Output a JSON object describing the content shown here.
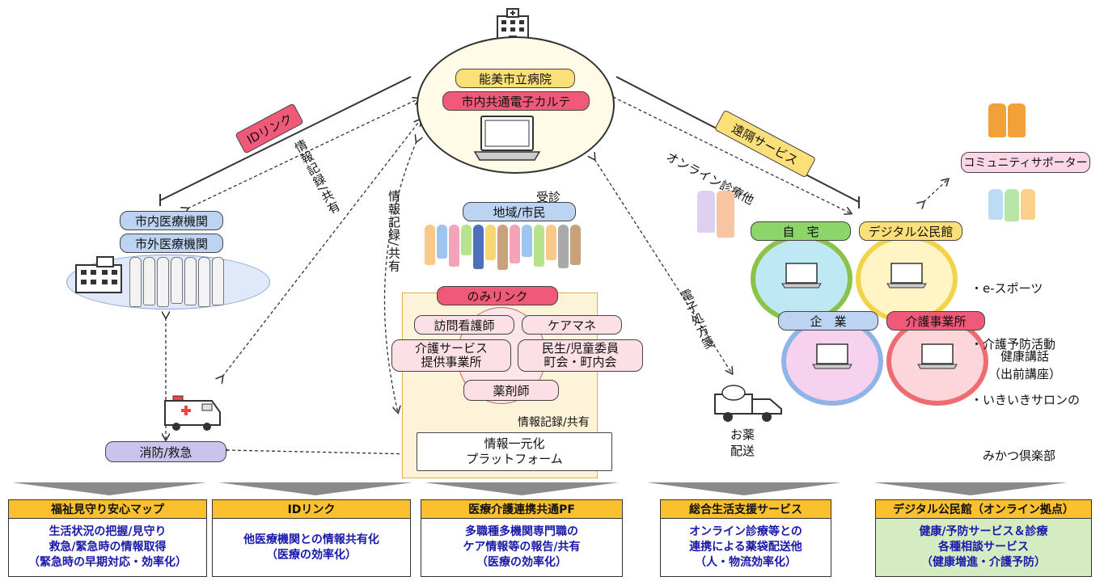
{
  "hospital": {
    "name": "能美市立病院",
    "ehr": "市内共通電子カルテ"
  },
  "left": {
    "idlink": "IDリンク",
    "info_share": "情報記録/共有",
    "clinic_in": "市内医療機関",
    "clinic_out": "市外医療機関",
    "fire": "消防/救急"
  },
  "center": {
    "visit": "受診",
    "citizens": "地域/市民",
    "info_share_vertical": "情報記録/共有",
    "nomi_link": "のみリンク",
    "visit_nurse": "訪問看護師",
    "care_manager": "ケアマネ",
    "care_service": [
      "介護サービス",
      "提供事業所"
    ],
    "welfare": [
      "民生/児童委員",
      "町会・町内会"
    ],
    "pharmacist": "薬剤師",
    "info_share_bottom": "情報記録/共有",
    "platform": [
      "情報一元化",
      "プラットフォーム"
    ]
  },
  "right": {
    "remote": "遠隔サービス",
    "online": "オンライン診療他",
    "eprescription": "電子処方箋",
    "delivery": [
      "お薬",
      "配送"
    ],
    "supporter": "コミュニティサポーター",
    "home": "自　宅",
    "digital_hall": "デジタル公民館",
    "company": "企　業",
    "care_office": "介護事業所",
    "activities": [
      "・e-スポーツ",
      "・介護予防活動",
      "・いきいきサロンの",
      "　みかつ倶楽部"
    ],
    "lecture": [
      "健康講話",
      "（出前講座）"
    ]
  },
  "bottom": [
    {
      "title": "福祉見守り安心マップ",
      "lines": [
        "生活状況の把握/見守り",
        "救急/緊急時の情報取得",
        "（緊急時の早期対応・効率化）"
      ],
      "title_bg": "#fbc02d",
      "body_bg": "#ffffff"
    },
    {
      "title": "IDリンク",
      "lines": [
        "他医療機関との情報共有化",
        "（医療の効率化）"
      ],
      "title_bg": "#fbc02d",
      "body_bg": "#ffffff"
    },
    {
      "title": "医療介護連携共通PF",
      "lines": [
        "多職種多機関専門職の",
        "ケア情報等の報告/共有",
        "（医療の効率化）"
      ],
      "title_bg": "#fbc02d",
      "body_bg": "#ffffff"
    },
    {
      "title": "総合生活支援サービス",
      "lines": [
        "オンライン診療等との",
        "連携による薬袋配送他",
        "（人・物流効率化）"
      ],
      "title_bg": "#fbc02d",
      "body_bg": "#ffffff"
    },
    {
      "title": "デジタル公民館（オンライン拠点）",
      "lines": [
        "健康/予防サービス＆診療",
        "各種相談サービス",
        "（健康増進・介護予防）"
      ],
      "title_bg": "#fbc02d",
      "body_bg": "#d5ecc2"
    }
  ],
  "colors": {
    "accent_pink": "#f05a78",
    "accent_yellow": "#fbe07a",
    "accent_blue": "#bcd3f2"
  }
}
